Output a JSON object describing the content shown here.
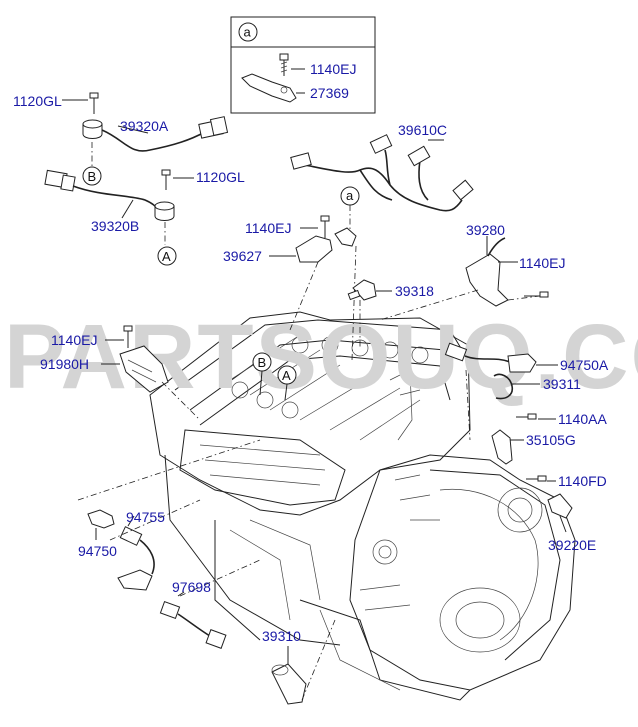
{
  "watermark": "PARTSOUQ.COM",
  "inset": {
    "ref": "a",
    "parts": [
      "1140EJ",
      "27369"
    ]
  },
  "callouts": {
    "ref_a": "a",
    "ref_b": "B",
    "ref_capital_a": "A"
  },
  "labels": [
    {
      "id": "p1120gl_top",
      "text": "1120GL"
    },
    {
      "id": "p39320a",
      "text": "39320A"
    },
    {
      "id": "p39320b",
      "text": "39320B"
    },
    {
      "id": "p1120gl_mid",
      "text": "1120GL"
    },
    {
      "id": "p39610c",
      "text": "39610C"
    },
    {
      "id": "p1140ej_a",
      "text": "1140EJ"
    },
    {
      "id": "p39627",
      "text": "39627"
    },
    {
      "id": "p39280",
      "text": "39280"
    },
    {
      "id": "p1140ej_b",
      "text": "1140EJ"
    },
    {
      "id": "p39318",
      "text": "39318"
    },
    {
      "id": "p1140ej_c",
      "text": "1140EJ"
    },
    {
      "id": "p91980h",
      "text": "91980H"
    },
    {
      "id": "p94750a",
      "text": "94750A"
    },
    {
      "id": "p39311",
      "text": "39311"
    },
    {
      "id": "p1140aa",
      "text": "1140AA"
    },
    {
      "id": "p35105g",
      "text": "35105G"
    },
    {
      "id": "p1140fd",
      "text": "1140FD"
    },
    {
      "id": "p39220e",
      "text": "39220E"
    },
    {
      "id": "p94755",
      "text": "94755"
    },
    {
      "id": "p94750",
      "text": "94750"
    },
    {
      "id": "p97698",
      "text": "97698"
    },
    {
      "id": "p39310",
      "text": "39310"
    }
  ],
  "colors": {
    "label": "#1a1aa6",
    "line": "#222222",
    "watermark": "#d4d4d4"
  }
}
